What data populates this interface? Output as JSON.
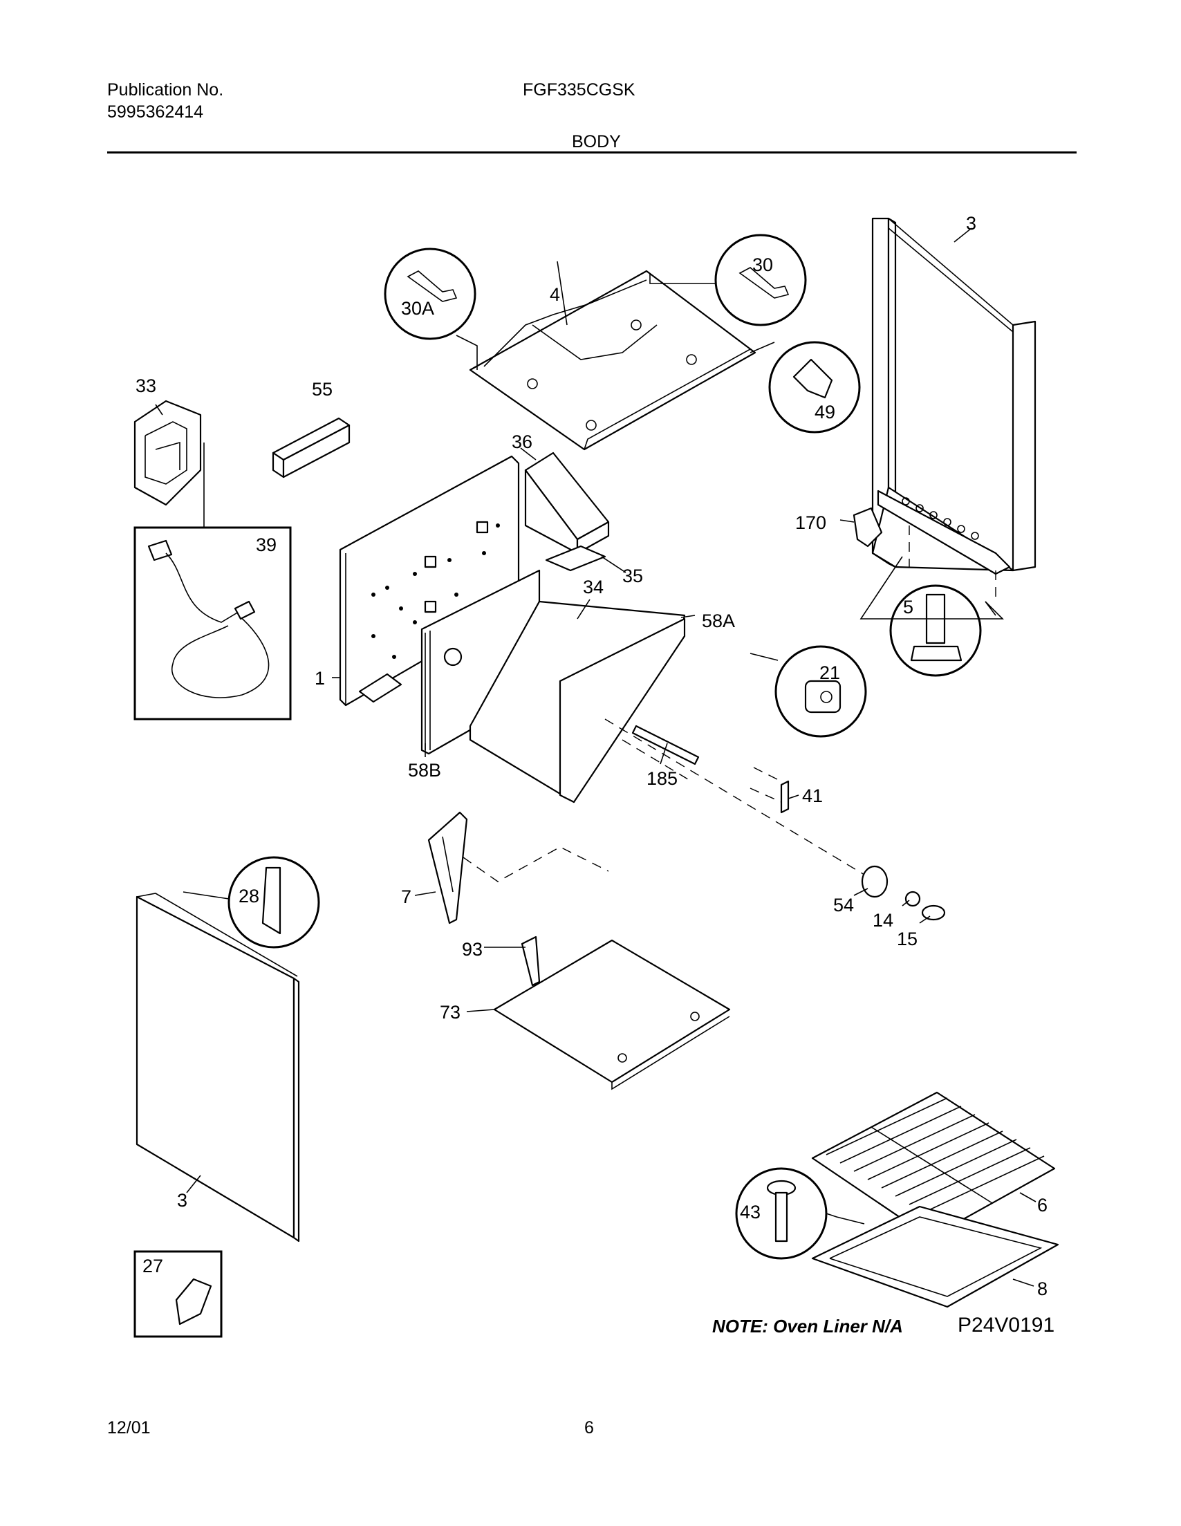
{
  "header": {
    "publication_label": "Publication No.",
    "publication_number": "5995362414",
    "model": "FGF335CGSK",
    "section": "BODY"
  },
  "diagram": {
    "labels": {
      "p1": "1",
      "p3_top": "3",
      "p3_bottom": "3",
      "p4": "4",
      "p5": "5",
      "p6": "6",
      "p7": "7",
      "p8": "8",
      "p14": "14",
      "p15": "15",
      "p21": "21",
      "p27": "27",
      "p28": "28",
      "p30": "30",
      "p30a": "30A",
      "p33": "33",
      "p34": "34",
      "p35": "35",
      "p36": "36",
      "p39": "39",
      "p41": "41",
      "p43": "43",
      "p49": "49",
      "p54": "54",
      "p55": "55",
      "p58a": "58A",
      "p58b": "58B",
      "p73": "73",
      "p93": "93",
      "p170": "170",
      "p185": "185"
    },
    "note": "NOTE: Oven Liner N/A",
    "drawing_code": "P24V0191"
  },
  "footer": {
    "date": "12/01",
    "page": "6"
  }
}
